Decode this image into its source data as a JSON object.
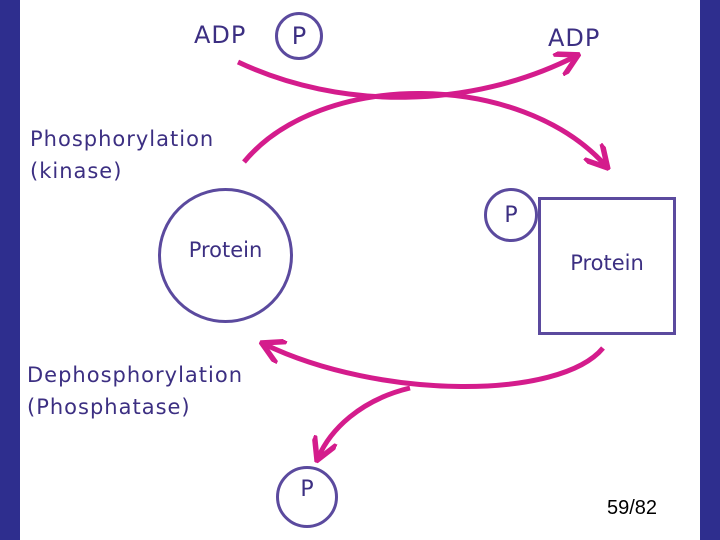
{
  "top_left_adp": "ADP",
  "top_p": "P",
  "top_right_adp": "ADP",
  "phosphorylation": [
    "Phosphorylation",
    "(kinase)"
  ],
  "protein_left": "Protein",
  "attached_p": "P",
  "protein_right": "Protein",
  "dephosphorylation": [
    "Dephosphorylation",
    "(Phosphatase)"
  ],
  "released_p": "P",
  "page_number": "59/82",
  "colors": {
    "background": "#2e2e8e",
    "arrow": "#d41c8c",
    "outline": "#5b4a9e",
    "text": "#3c2f82"
  }
}
